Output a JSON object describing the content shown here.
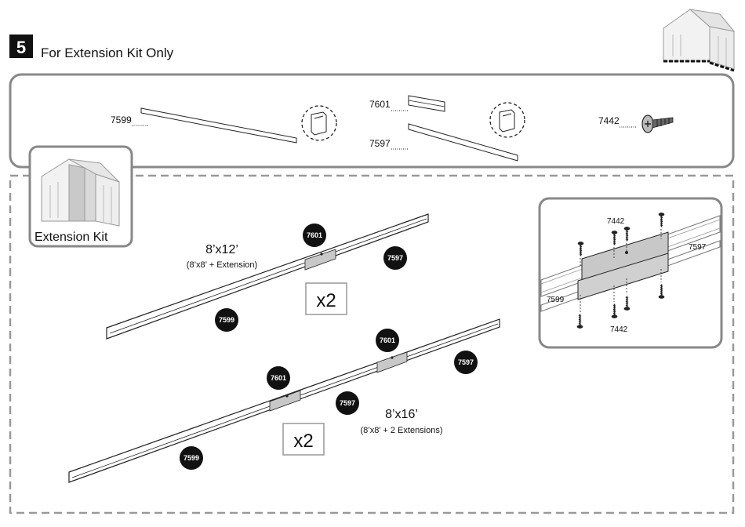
{
  "step": {
    "number": "5",
    "title": "For Extension Kit Only"
  },
  "parts": {
    "rail_long": "7599",
    "connector": "7601",
    "rail_short": "7597",
    "screw": "7442"
  },
  "extension_kit": {
    "label": "Extension Kit"
  },
  "assembly_12": {
    "size": "8’x12’",
    "note": "(8’x8’ + Extension)",
    "qty": "x2"
  },
  "assembly_16": {
    "size": "8’x16’",
    "note": "(8’x8’ + 2 Extensions)",
    "qty": "x2"
  },
  "detail": {
    "screw_top": "7442",
    "screw_bottom": "7442",
    "rail_right": "7597",
    "rail_left": "7599"
  },
  "colors": {
    "frame": "#888888",
    "badge": "#111111",
    "connector_fill": "#c8c8c8"
  }
}
